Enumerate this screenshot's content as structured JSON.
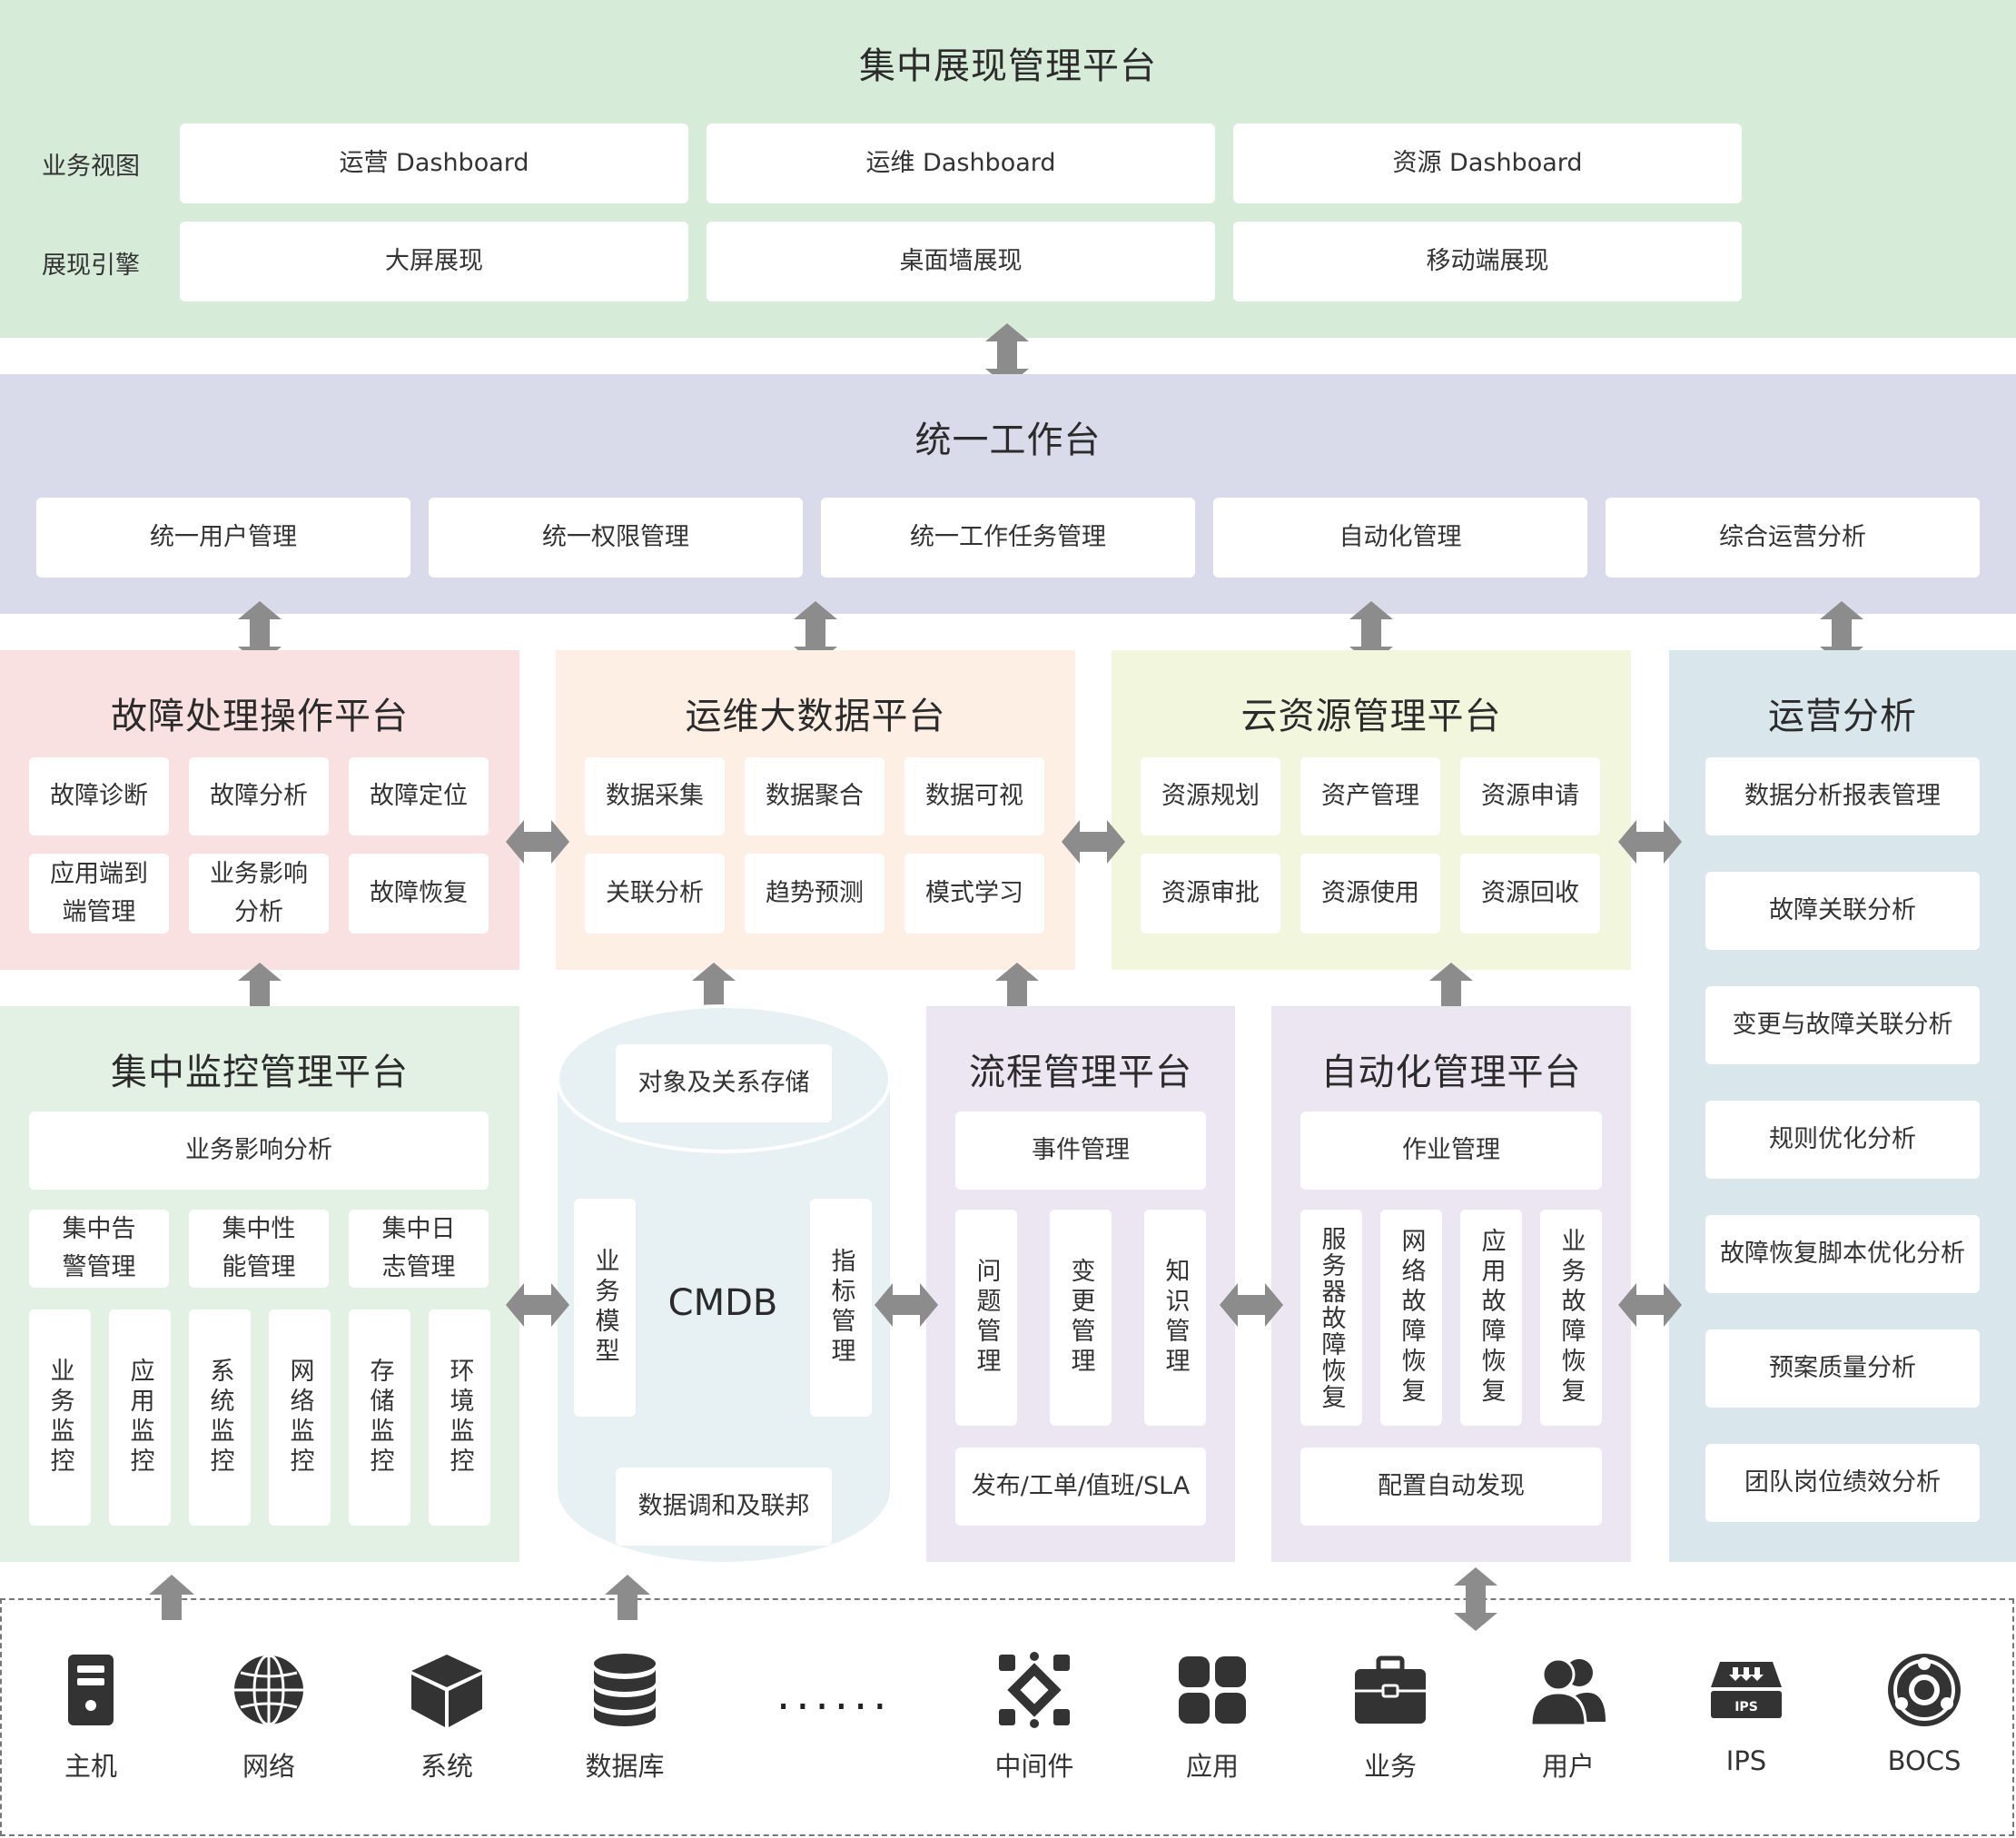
{
  "colors": {
    "display_bg": "#d7ebd9",
    "workbench_bg": "#d9dbea",
    "fault_bg": "#f9e1e1",
    "bigdata_bg": "#fdefe4",
    "cloud_bg": "#f2f6dd",
    "ops_bg": "#d9e7ec",
    "monitor_bg": "#e3f1e5",
    "cmdb_bg": "#e7f0f2",
    "process_bg": "#ebe6f2",
    "auto_bg": "#ebe6f2",
    "arrow": "#8c8c8c",
    "icon": "#333333"
  },
  "display": {
    "title": "集中展现管理平台",
    "row1_label": "业务视图",
    "row1": [
      "运营 Dashboard",
      "运维 Dashboard",
      "资源 Dashboard"
    ],
    "row2_label": "展现引擎",
    "row2": [
      "大屏展现",
      "桌面墙展现",
      "移动端展现"
    ]
  },
  "workbench": {
    "title": "统一工作台",
    "items": [
      "统一用户管理",
      "统一权限管理",
      "统一工作任务管理",
      "自动化管理",
      "综合运营分析"
    ]
  },
  "fault": {
    "title": "故障处理操作平台",
    "items": [
      "故障诊断",
      "故障分析",
      "故障定位",
      "应用端到\n端管理",
      "业务影响\n分析",
      "故障恢复"
    ]
  },
  "bigdata": {
    "title": "运维大数据平台",
    "items": [
      "数据采集",
      "数据聚合",
      "数据可视",
      "关联分析",
      "趋势预测",
      "模式学习"
    ]
  },
  "cloud": {
    "title": "云资源管理平台",
    "items": [
      "资源规划",
      "资产管理",
      "资源申请",
      "资源审批",
      "资源使用",
      "资源回收"
    ]
  },
  "ops": {
    "title": "运营分析",
    "items": [
      "数据分析报表管理",
      "故障关联分析",
      "变更与故障关联分析",
      "规则优化分析",
      "故障恢复脚本优化分析",
      "预案质量分析",
      "团队岗位绩效分析"
    ]
  },
  "monitor": {
    "title": "集中监控管理平台",
    "top": "业务影响分析",
    "mid": [
      "集中告\n警管理",
      "集中性\n能管理",
      "集中日\n志管理"
    ],
    "vertical": [
      "业务监控",
      "应用监控",
      "系统监控",
      "网络监控",
      "存储监控",
      "环境监控"
    ]
  },
  "cmdb": {
    "title": "CMDB",
    "top": "对象及关系存储",
    "left": "业务模型",
    "right": "指标管理",
    "bottom": "数据调和及联邦"
  },
  "process": {
    "title": "流程管理平台",
    "top": "事件管理",
    "vertical": [
      "问题管理",
      "变更管理",
      "知识管理"
    ],
    "bottom": "发布/工单/值班/SLA"
  },
  "automation": {
    "title": "自动化管理平台",
    "top": "作业管理",
    "vertical": [
      "服务器故障恢复",
      "网络故障恢复",
      "应用故障恢复",
      "业务故障恢复"
    ],
    "bottom": "配置自动发现"
  },
  "resources": {
    "items": [
      {
        "label": "主机",
        "icon": "server-icon"
      },
      {
        "label": "网络",
        "icon": "globe-icon"
      },
      {
        "label": "系统",
        "icon": "cube-icon"
      },
      {
        "label": "数据库",
        "icon": "database-icon"
      },
      {
        "label": "中间件",
        "icon": "middleware-icon"
      },
      {
        "label": "应用",
        "icon": "apps-icon"
      },
      {
        "label": "业务",
        "icon": "briefcase-icon"
      },
      {
        "label": "用户",
        "icon": "users-icon"
      },
      {
        "label": "IPS",
        "icon": "ips-icon"
      },
      {
        "label": "BOCS",
        "icon": "bocs-icon"
      }
    ],
    "ellipsis": "......",
    "ips_badge": "IPS"
  }
}
